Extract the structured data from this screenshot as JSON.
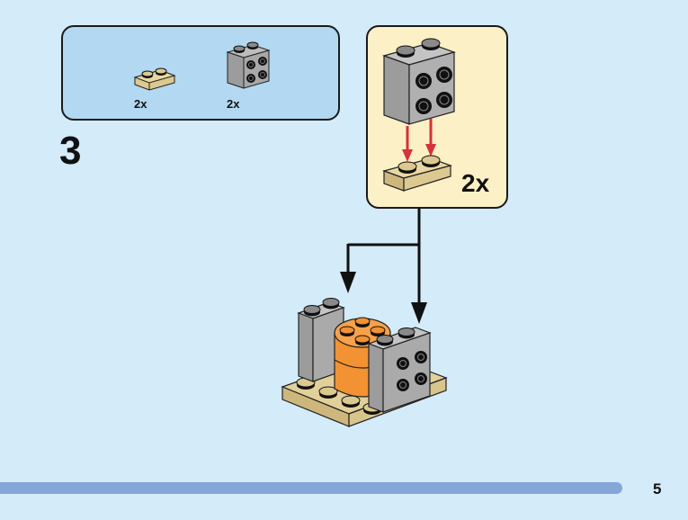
{
  "step": {
    "number": "3"
  },
  "parts_list": {
    "items": [
      {
        "name": "tan-plate-1x2",
        "color": "#dcc98f",
        "quantity": "2x"
      },
      {
        "name": "gray-brick-1x2-with-side-studs",
        "color": "#a8a8a8",
        "quantity": "2x"
      }
    ]
  },
  "sub_assembly": {
    "quantity": "2x",
    "arrow_color": "#d8313a"
  },
  "colors": {
    "background": "#d4ebfa",
    "parts_box": "#b3d8f2",
    "sub_box": "#fcf0c6",
    "tan": "#dcc98f",
    "gray": "#a8a8a8",
    "orange": "#f39232",
    "stud_black": "#111111",
    "footer_bar": "#84a7d8"
  },
  "footer": {
    "page_number": "5"
  }
}
